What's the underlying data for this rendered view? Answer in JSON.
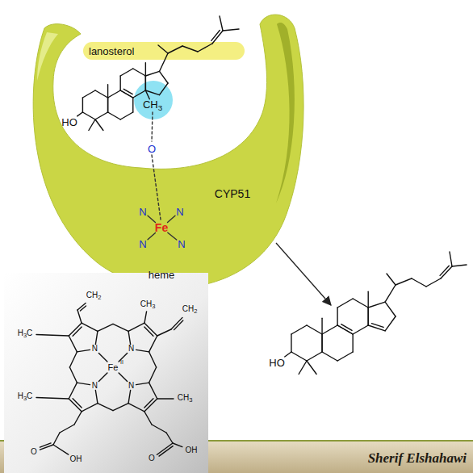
{
  "diagram": {
    "nodes": [
      {
        "text": [
          "HO",
          "CH3",
          "O",
          "N",
          "N",
          "Fe",
          "N",
          "N",
          "CYP51",
          "heme"
        ]
      },
      {
        "text": [
          "lanosterol"
        ],
        "in": 0
      },
      {
        "text": [
          "CH2",
          "CH3",
          "CH2",
          "H3C",
          "N",
          "N",
          "Fe",
          "II",
          "N",
          "N",
          "H3C",
          "CH3",
          "O",
          "OH",
          "O",
          "OH"
        ]
      },
      {
        "text": [
          "HO"
        ]
      },
      {
        "text": [
          "Sherif Elshahawi"
        ]
      }
    ],
    "edges": [
      {
        "from": 0,
        "to": 3,
        "arrow": "to"
      }
    ]
  }
}
